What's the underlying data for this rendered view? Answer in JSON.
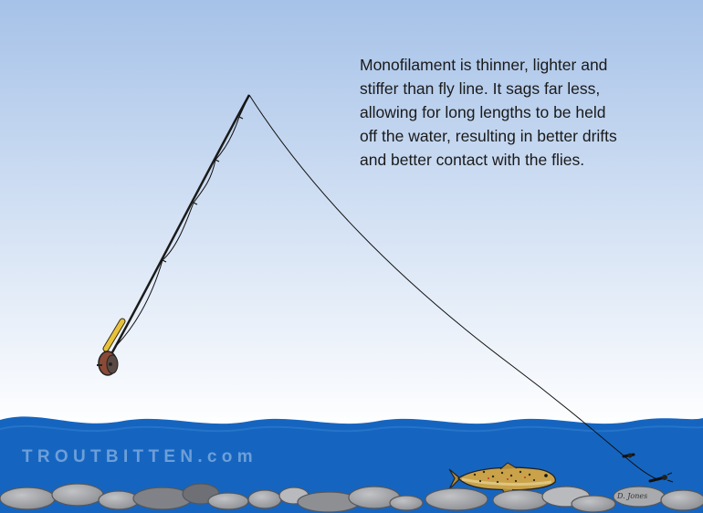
{
  "caption": "Monofilament is thinner, lighter and\nstiffer than fly line. It sags far less,\nallowing for long lengths to be held\noff the water, resulting in better drifts\nand better contact with the flies.",
  "watermark": "TROUTBITTEN.com",
  "signature": "D. Jones",
  "colors": {
    "sky_top": "#a6c2e8",
    "sky_bottom": "#ffffff",
    "water": "#1565c0",
    "water_light": "#2f7fd0",
    "rock": "#a9aaad",
    "rock_dark": "#6e7075",
    "trout_body": "#c9a24a",
    "cork_grip": "#e8c23a",
    "reel": "#8a4a36"
  },
  "icons": [
    "fly-rod-icon",
    "reel-icon",
    "trout-icon",
    "fly-icon",
    "rock-icon"
  ]
}
